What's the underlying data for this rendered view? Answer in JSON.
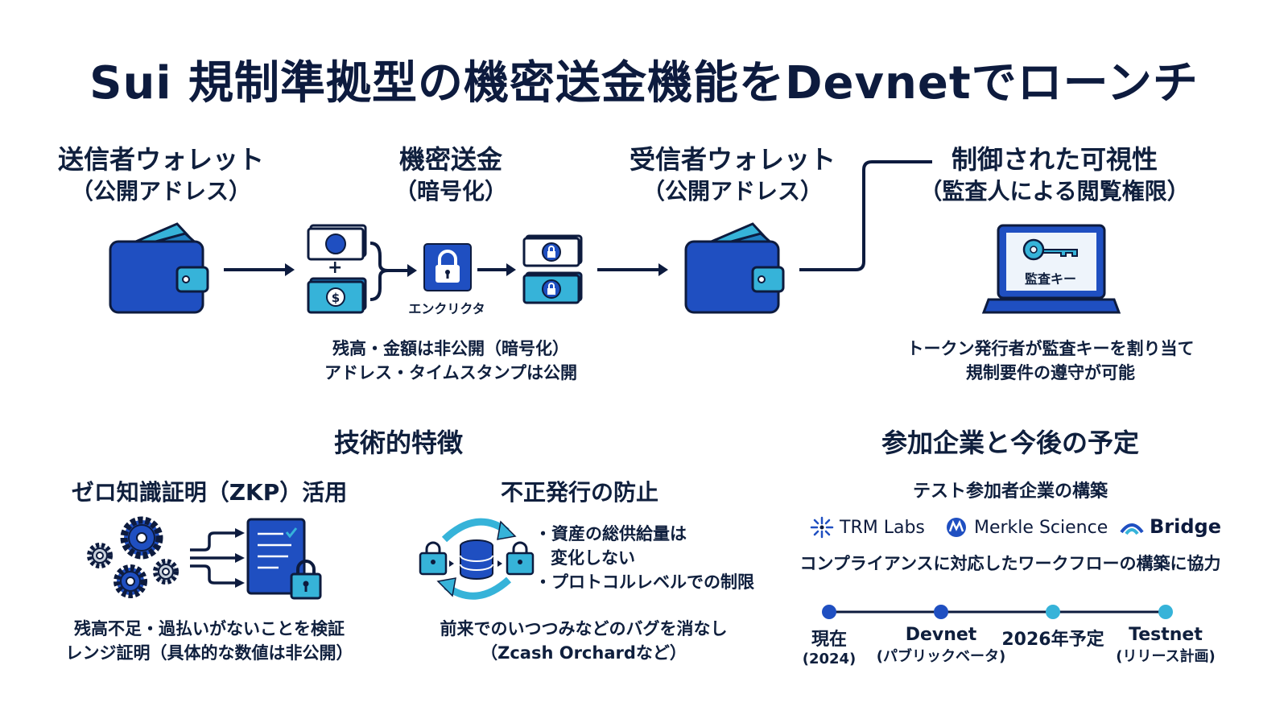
{
  "title": "Sui 規制準拠型の機密送金機能をDevnetでローンチ",
  "flow": {
    "sender": {
      "line1": "送信者ウォレット",
      "line2": "（公開アドレス）"
    },
    "confidential": {
      "line1": "機密送金",
      "line2": "（暗号化）",
      "encryptor_label": "エンクリクタ"
    },
    "receiver": {
      "line1": "受信者ウォレット",
      "line2": "（公開アドレス）"
    },
    "visibility": {
      "line1": "制御された可視性",
      "line2": "（監査人による閲覧権限）",
      "key_label": "監査キー"
    },
    "privacy_note": {
      "line1": "残高・金額は非公開（暗号化）",
      "line2": "アドレス・タイムスタンプは公開"
    },
    "audit_note": {
      "line1": "トークン発行者が監査キーを割り当て",
      "line2": "規制要件の遵守が可能"
    }
  },
  "features": {
    "heading": "技術的特徴",
    "zkp": {
      "title": "ゼロ知識証明（ZKP）活用",
      "line1": "残高不足・過払いがないことを検証",
      "line2": "レンジ証明（具体的な数値は非公開）"
    },
    "fraud": {
      "title": "不正発行の防止",
      "bullet1a": "・資産の総供給量は",
      "bullet1b": "変化しない",
      "bullet2": "・プロトコルレベルでの制限",
      "line1": "前来でのいつつみなどのバグを消なし",
      "line2": "（Zcash Orchardなど）"
    }
  },
  "partners": {
    "heading": "参加企業と今後の予定",
    "subheading": "テスト参加者企業の構築",
    "logos": [
      "TRM Labs",
      "Merkle Science",
      "Bridge"
    ],
    "note": "コンプライアンスに対応したワークフローの構築に協力",
    "timeline": [
      {
        "label": "現在",
        "sub": "(2024)"
      },
      {
        "label": "Devnet",
        "sub": "(パブリックベータ)"
      },
      {
        "label": "2026年予定",
        "sub": ""
      },
      {
        "label": "Testnet",
        "sub": "(リリース計画)"
      }
    ]
  },
  "colors": {
    "navy": "#0d1b3e",
    "blue": "#1f4fc1",
    "teal": "#36b3d9",
    "tealDark": "#0f6a8c"
  }
}
